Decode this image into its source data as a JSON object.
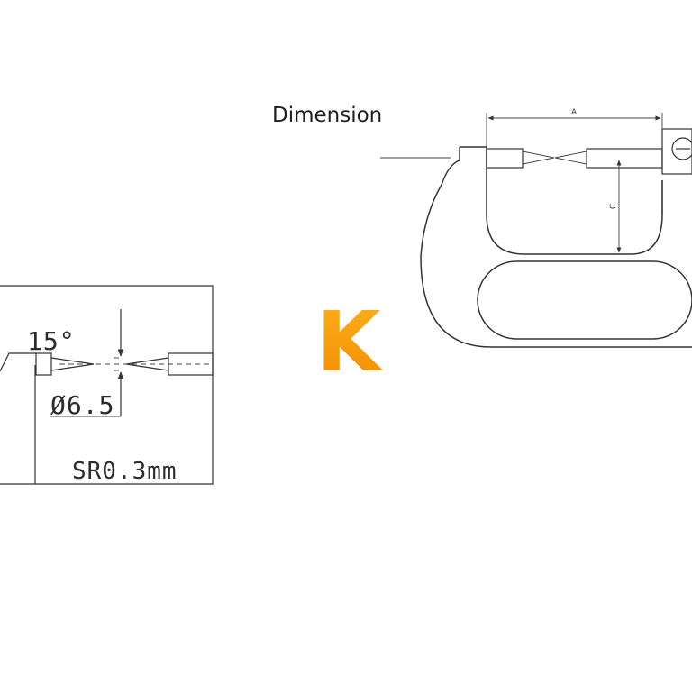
{
  "labels": {
    "dimension": "Dimension",
    "dim_a": "A",
    "dim_c": "C",
    "angle": "15°",
    "diameter": "Ø6.5",
    "radius": "SR0.3mm"
  },
  "logo": {
    "letter": "K",
    "color": "#f5a623"
  }
}
